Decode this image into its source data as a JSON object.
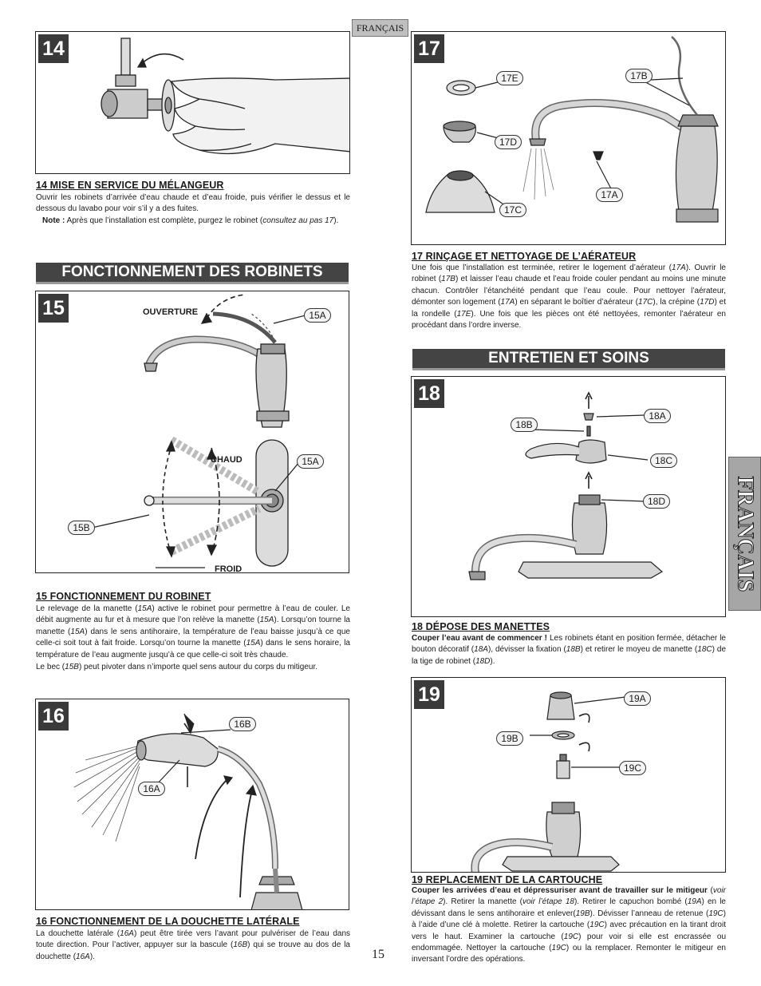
{
  "header": {
    "language_tab": "FRANÇAIS"
  },
  "side_tab": {
    "label": "FRANÇAIS"
  },
  "page_number": "15",
  "step14": {
    "number": "14",
    "heading": "14  MISE EN SERVICE DU MÉLANGEUR",
    "body": "Ouvrir les robinets d’arrivée d’eau chaude et d’eau froide, puis vérifier le dessus et le dessous du lavabo pour voir s’il y a des fuites.",
    "note_label": "Note :",
    "note_text": "Après que l’installation est complète, purgez le robinet (",
    "note_ref": "consultez au pas 17",
    "note_end": ")."
  },
  "section_operation": {
    "title": "FONCTIONNEMENT DES ROBINETS"
  },
  "step15": {
    "number": "15",
    "labels": {
      "ouverture": "OUVERTURE",
      "chaud": "CHAUD",
      "froid": "FROID"
    },
    "callouts": {
      "a_top": "15A",
      "a_bottom": "15A",
      "b": "15B"
    },
    "heading": "15  FONCTIONNEMENT DU ROBINET",
    "p1": [
      {
        "t": "Le relevage de la manette ("
      },
      {
        "t": "15A",
        "i": true
      },
      {
        "t": ") active le robinet pour permettre à l’eau de couler. Le débit augmente au fur et à mesure que l’on relève la manette ("
      },
      {
        "t": "15A",
        "i": true
      },
      {
        "t": "). Lorsqu’on tourne la manette ("
      },
      {
        "t": "15A",
        "i": true
      },
      {
        "t": ") dans le sens antihoraire, la température de l’eau baisse jusqu’à ce que celle-ci soit tout à fait froide. Lorsqu’on tourne la manette ("
      },
      {
        "t": "15A",
        "i": true
      },
      {
        "t": ") dans le sens horaire, la température de l’eau augmente jusqu’à ce que celle-ci soit très chaude."
      }
    ],
    "p2": [
      {
        "t": "Le bec ("
      },
      {
        "t": "15B",
        "i": true
      },
      {
        "t": ") peut pivoter dans n’importe quel sens autour du corps du mitigeur."
      }
    ]
  },
  "step16": {
    "number": "16",
    "callouts": {
      "a": "16A",
      "b": "16B"
    },
    "heading": "16  FONCTIONNEMENT DE LA DOUCHETTE LATÉRALE",
    "p1": [
      {
        "t": "La douchette latérale ("
      },
      {
        "t": "16A",
        "i": true
      },
      {
        "t": ") peut être tirée vers l’avant pour pulvériser de l’eau dans toute direction. Pour l’activer, appuyer sur la bascule ("
      },
      {
        "t": "16B",
        "i": true
      },
      {
        "t": ") qui se trouve au dos de la douchette ("
      },
      {
        "t": "16A",
        "i": true
      },
      {
        "t": ")."
      }
    ]
  },
  "step17": {
    "number": "17",
    "callouts": {
      "a": "17A",
      "b": "17B",
      "c": "17C",
      "d": "17D",
      "e": "17E"
    },
    "heading": "17  RINÇAGE ET NETTOYAGE DE L’AÉRATEUR",
    "p1": [
      {
        "t": "Une fois que l’installation est terminée, retirer le logement d’aérateur ("
      },
      {
        "t": "17A",
        "i": true
      },
      {
        "t": "). Ouvrir le robinet ("
      },
      {
        "t": "17B",
        "i": true
      },
      {
        "t": ") et laisser l’eau chaude et l’eau froide couler pendant au moins une minute chacun. Contrôler l’étanchéité pendant que l’eau coule. Pour nettoyer l’aérateur, démonter son logement ("
      },
      {
        "t": "17A",
        "i": true
      },
      {
        "t": ") en séparant le boîtier d’aérateur ("
      },
      {
        "t": "17C",
        "i": true
      },
      {
        "t": "), la crépine ("
      },
      {
        "t": "17D",
        "i": true
      },
      {
        "t": ") et la rondelle ("
      },
      {
        "t": "17E",
        "i": true
      },
      {
        "t": "). Une fois que les pièces ont été nettoyées, remonter l’aérateur en procédant dans l’ordre inverse."
      }
    ]
  },
  "section_care": {
    "title": "ENTRETIEN ET SOINS"
  },
  "step18": {
    "number": "18",
    "callouts": {
      "a": "18A",
      "b": "18B",
      "c": "18C",
      "d": "18D"
    },
    "heading": "18  DÉPOSE DES MANETTES",
    "p1": [
      {
        "t": "Couper l’eau avant de commencer !",
        "b": true
      },
      {
        "t": " Les robinets étant en position fermée, détacher le bouton décoratif ("
      },
      {
        "t": "18A",
        "i": true
      },
      {
        "t": "), dévisser la fixation ("
      },
      {
        "t": "18B",
        "i": true
      },
      {
        "t": ") et retirer le moyeu de manette ("
      },
      {
        "t": "18C",
        "i": true
      },
      {
        "t": ") de la tige de robinet ("
      },
      {
        "t": "18D",
        "i": true
      },
      {
        "t": ")."
      }
    ]
  },
  "step19": {
    "number": "19",
    "callouts": {
      "a": "19A",
      "b": "19B",
      "c": "19C"
    },
    "heading": "19  REPLACEMENT DE LA CARTOUCHE",
    "p1": [
      {
        "t": "Couper les arrivées d’eau et dépressuriser avant de travailler sur le mitigeur",
        "b": true
      },
      {
        "t": " ("
      },
      {
        "t": "voir l’étape 2",
        "i": true
      },
      {
        "t": "). Retirer la manette ("
      },
      {
        "t": "voir l’étape 18",
        "i": true
      },
      {
        "t": "). Retirer le capuchon bombé ("
      },
      {
        "t": "19A",
        "i": true
      },
      {
        "t": ") en le dévissant dans le sens antihoraire et enlever("
      },
      {
        "t": "19B",
        "i": true
      },
      {
        "t": "). Dévisser l’anneau de retenue ("
      },
      {
        "t": "19C",
        "i": true
      },
      {
        "t": ") à l’aide d’une clé à molette. Retirer la cartouche ("
      },
      {
        "t": "19C",
        "i": true
      },
      {
        "t": ") avec précaution en la tirant droit vers le haut. Examiner la cartouche ("
      },
      {
        "t": "19C",
        "i": true
      },
      {
        "t": ") pour voir si elle est encrassée ou endommagée. Nettoyer la cartouche ("
      },
      {
        "t": "19C",
        "i": true
      },
      {
        "t": ") ou la remplacer. Remonter le mitigeur en inversant l’ordre des opérations."
      }
    ]
  }
}
